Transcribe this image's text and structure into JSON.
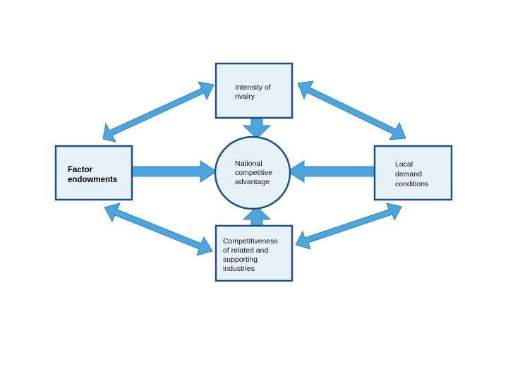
{
  "nodes": {
    "rivalry": {
      "lines": [
        "Intensity of",
        "rivalry"
      ]
    },
    "factor": {
      "lines": [
        "Factor",
        "endowments"
      ]
    },
    "national": {
      "lines": [
        "National",
        "competitive",
        "advantage"
      ]
    },
    "demand": {
      "lines": [
        "Local",
        "demand",
        "conditions"
      ]
    },
    "related": {
      "lines": [
        "Competitiveness",
        "of related and",
        "supporting",
        "industries"
      ]
    }
  },
  "edges": [
    {
      "from": "factor",
      "to": "national",
      "direction": "one-way"
    },
    {
      "from": "demand",
      "to": "national",
      "direction": "one-way"
    },
    {
      "from": "rivalry",
      "to": "national",
      "direction": "one-way"
    },
    {
      "from": "related",
      "to": "national",
      "direction": "one-way"
    },
    {
      "from": "factor",
      "to": "rivalry",
      "direction": "two-way"
    },
    {
      "from": "rivalry",
      "to": "demand",
      "direction": "two-way"
    },
    {
      "from": "factor",
      "to": "related",
      "direction": "two-way"
    },
    {
      "from": "related",
      "to": "demand",
      "direction": "two-way"
    }
  ],
  "colors": {
    "arrow_fill": "#4ea5dc",
    "box_fill": "#e6f1f8",
    "box_border": "#1d4f86"
  }
}
